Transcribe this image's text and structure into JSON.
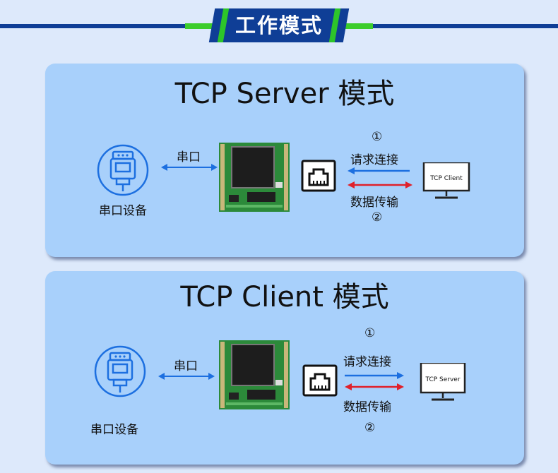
{
  "header": {
    "title": "工作模式"
  },
  "panels": [
    {
      "title": "TCP Server 模式",
      "serial_link_label": "串口",
      "device_label": "串口设备",
      "step1": "①",
      "request_label": "请求连接",
      "data_label": "数据传输",
      "step2": "②",
      "monitor_text": "TCP Client"
    },
    {
      "title": "TCP Client 模式",
      "serial_link_label": "串口",
      "device_label": "串口设备",
      "step1": "①",
      "request_label": "请求连接",
      "data_label": "数据传输",
      "step2": "②",
      "monitor_text": "TCP Server"
    }
  ],
  "colors": {
    "header_blue": "#0f3e96",
    "accent_green": "#3ccd2c",
    "arrow_blue": "#1c6fe0",
    "arrow_red": "#e0202a",
    "panel_bg": "#a8d0fb"
  },
  "icons": [
    "serial-port-icon",
    "module-board-icon",
    "ethernet-port-icon",
    "monitor-icon"
  ]
}
